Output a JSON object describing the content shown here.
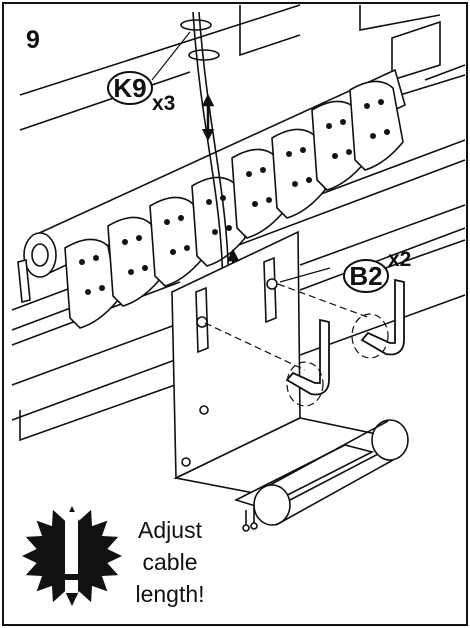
{
  "step_number": "9",
  "parts": [
    {
      "code": "K9",
      "quantity": "x3"
    },
    {
      "code": "B2",
      "quantity": "x2"
    }
  ],
  "warning": {
    "icon": "exclamation-burst-icon",
    "lines": [
      "Adjust",
      "cable",
      "length!"
    ]
  },
  "colors": {
    "line": "#111111",
    "background": "#ffffff",
    "badge": "#111111"
  }
}
